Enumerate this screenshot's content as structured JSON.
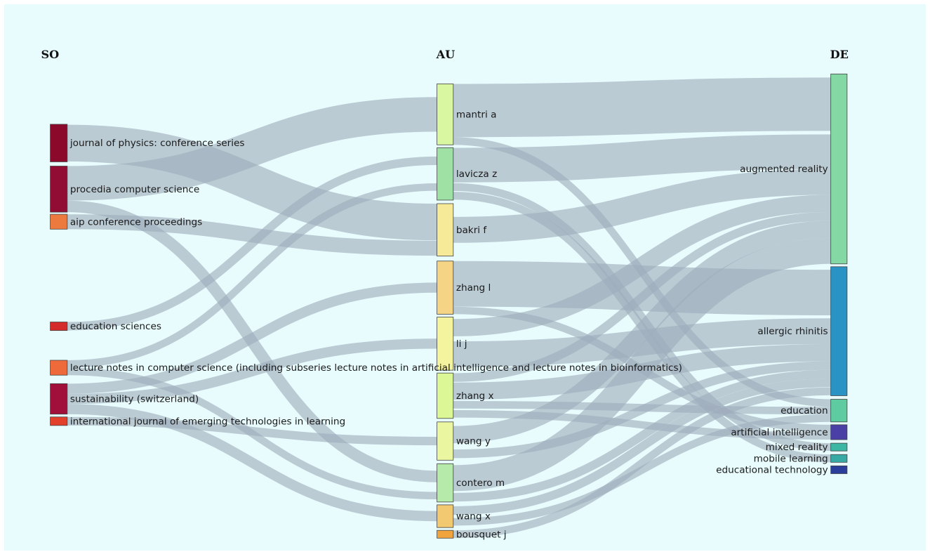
{
  "columns": [
    {
      "key": "SO",
      "label": "SO"
    },
    {
      "key": "AU",
      "label": "AU"
    },
    {
      "key": "DE",
      "label": "DE"
    }
  ],
  "nodes": {
    "SO": [
      {
        "id": "so_jpcs",
        "label": "journal of physics: conference series",
        "color": "#8b0a2c"
      },
      {
        "id": "so_pcs",
        "label": "procedia computer science",
        "color": "#920d33"
      },
      {
        "id": "so_aip",
        "label": "aip conference proceedings",
        "color": "#ec7a3e"
      },
      {
        "id": "so_edu",
        "label": "education sciences",
        "color": "#d42a2a"
      },
      {
        "id": "so_lncs",
        "label": "lecture notes in computer science (including subseries lecture notes in artificial intelligence and lecture notes in bioinformatics)",
        "color": "#ee6a3a"
      },
      {
        "id": "so_sus",
        "label": "sustainability (switzerland)",
        "color": "#a1103a"
      },
      {
        "id": "so_ijet",
        "label": "international journal of emerging technologies in learning",
        "color": "#e3402c"
      }
    ],
    "AU": [
      {
        "id": "au_mantri",
        "label": "mantri a",
        "color": "#d9f7a0"
      },
      {
        "id": "au_lavicza",
        "label": "lavicza z",
        "color": "#9fe0a4"
      },
      {
        "id": "au_bakri",
        "label": "bakri f",
        "color": "#f6ea98"
      },
      {
        "id": "au_zhangl",
        "label": "zhang l",
        "color": "#f5d585"
      },
      {
        "id": "au_lij",
        "label": "li j",
        "color": "#f4f49e"
      },
      {
        "id": "au_zhangx",
        "label": "zhang x",
        "color": "#dcf795"
      },
      {
        "id": "au_wangy",
        "label": "wang y",
        "color": "#eaf7a0"
      },
      {
        "id": "au_contero",
        "label": "contero m",
        "color": "#b6eaaa"
      },
      {
        "id": "au_wangx",
        "label": "wang x",
        "color": "#f2c870"
      },
      {
        "id": "au_bousquet",
        "label": "bousquet j",
        "color": "#f0a43e"
      }
    ],
    "DE": [
      {
        "id": "de_ar",
        "label": "augmented reality",
        "color": "#84d8a4"
      },
      {
        "id": "de_rhin",
        "label": "allergic rhinitis",
        "color": "#2a93c6"
      },
      {
        "id": "de_edu",
        "label": "education",
        "color": "#5ecba0"
      },
      {
        "id": "de_ai",
        "label": "artificial intelligence",
        "color": "#4a3fa4"
      },
      {
        "id": "de_mr",
        "label": "mixed reality",
        "color": "#3cb7a4"
      },
      {
        "id": "de_ml",
        "label": "mobile learning",
        "color": "#37aaa6"
      },
      {
        "id": "de_et",
        "label": "educational technology",
        "color": "#2b3e9c"
      }
    ]
  },
  "links": [
    {
      "source": "so_jpcs",
      "target": "au_bakri",
      "value": 7
    },
    {
      "source": "so_pcs",
      "target": "au_mantri",
      "value": 6
    },
    {
      "source": "so_pcs",
      "target": "au_contero",
      "value": 2
    },
    {
      "source": "so_aip",
      "target": "au_bakri",
      "value": 3
    },
    {
      "source": "so_edu",
      "target": "au_lavicza",
      "value": 1
    },
    {
      "source": "so_lncs",
      "target": "au_lavicza",
      "value": 1
    },
    {
      "source": "so_lncs",
      "target": "au_contero",
      "value": 1
    },
    {
      "source": "so_sus",
      "target": "au_zhangl",
      "value": 1
    },
    {
      "source": "so_sus",
      "target": "au_lij",
      "value": 1
    },
    {
      "source": "so_sus",
      "target": "au_wangx",
      "value": 1
    },
    {
      "source": "so_ijet",
      "target": "au_wangy",
      "value": 1
    },
    {
      "source": "au_mantri",
      "target": "de_ar",
      "value": 7
    },
    {
      "source": "au_mantri",
      "target": "de_edu",
      "value": 1
    },
    {
      "source": "au_lavicza",
      "target": "de_ar",
      "value": 4
    },
    {
      "source": "au_lavicza",
      "target": "de_ml",
      "value": 1
    },
    {
      "source": "au_lavicza",
      "target": "de_mr",
      "value": 1
    },
    {
      "source": "au_bakri",
      "target": "de_ar",
      "value": 3
    },
    {
      "source": "au_zhangl",
      "target": "de_rhin",
      "value": 6
    },
    {
      "source": "au_zhangl",
      "target": "de_ai",
      "value": 1
    },
    {
      "source": "au_lij",
      "target": "de_rhin",
      "value": 3
    },
    {
      "source": "au_lij",
      "target": "de_ar",
      "value": 2
    },
    {
      "source": "au_zhangx",
      "target": "de_rhin",
      "value": 2
    },
    {
      "source": "au_zhangx",
      "target": "de_edu",
      "value": 1
    },
    {
      "source": "au_zhangx",
      "target": "de_ai",
      "value": 1
    },
    {
      "source": "au_zhangx",
      "target": "de_ar",
      "value": 1
    },
    {
      "source": "au_wangy",
      "target": "de_ar",
      "value": 2
    },
    {
      "source": "au_wangy",
      "target": "de_rhin",
      "value": 1
    },
    {
      "source": "au_contero",
      "target": "de_ar",
      "value": 3
    },
    {
      "source": "au_contero",
      "target": "de_rhin",
      "value": 1
    },
    {
      "source": "au_wangx",
      "target": "de_rhin",
      "value": 1
    },
    {
      "source": "au_wangx",
      "target": "de_edu",
      "value": 1
    },
    {
      "source": "au_bousquet",
      "target": "de_rhin",
      "value": 1
    }
  ]
}
